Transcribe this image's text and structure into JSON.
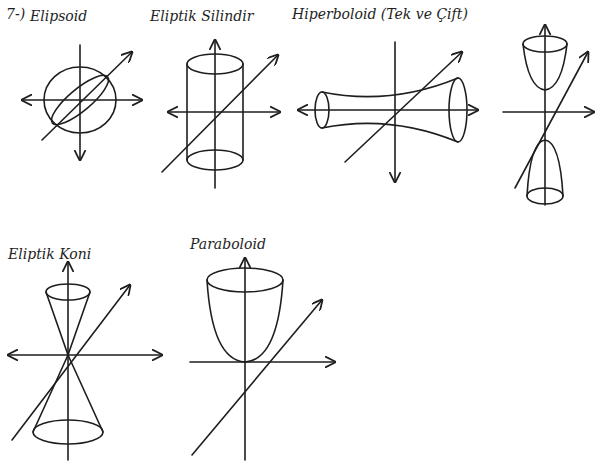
{
  "diagram": {
    "labels": [
      "7-)",
      "Elipsoid",
      "Eliptik Silindir",
      "Hiperboloid (Tek ve Çift)",
      "Eliptik Koni",
      "Paraboloid"
    ]
  }
}
